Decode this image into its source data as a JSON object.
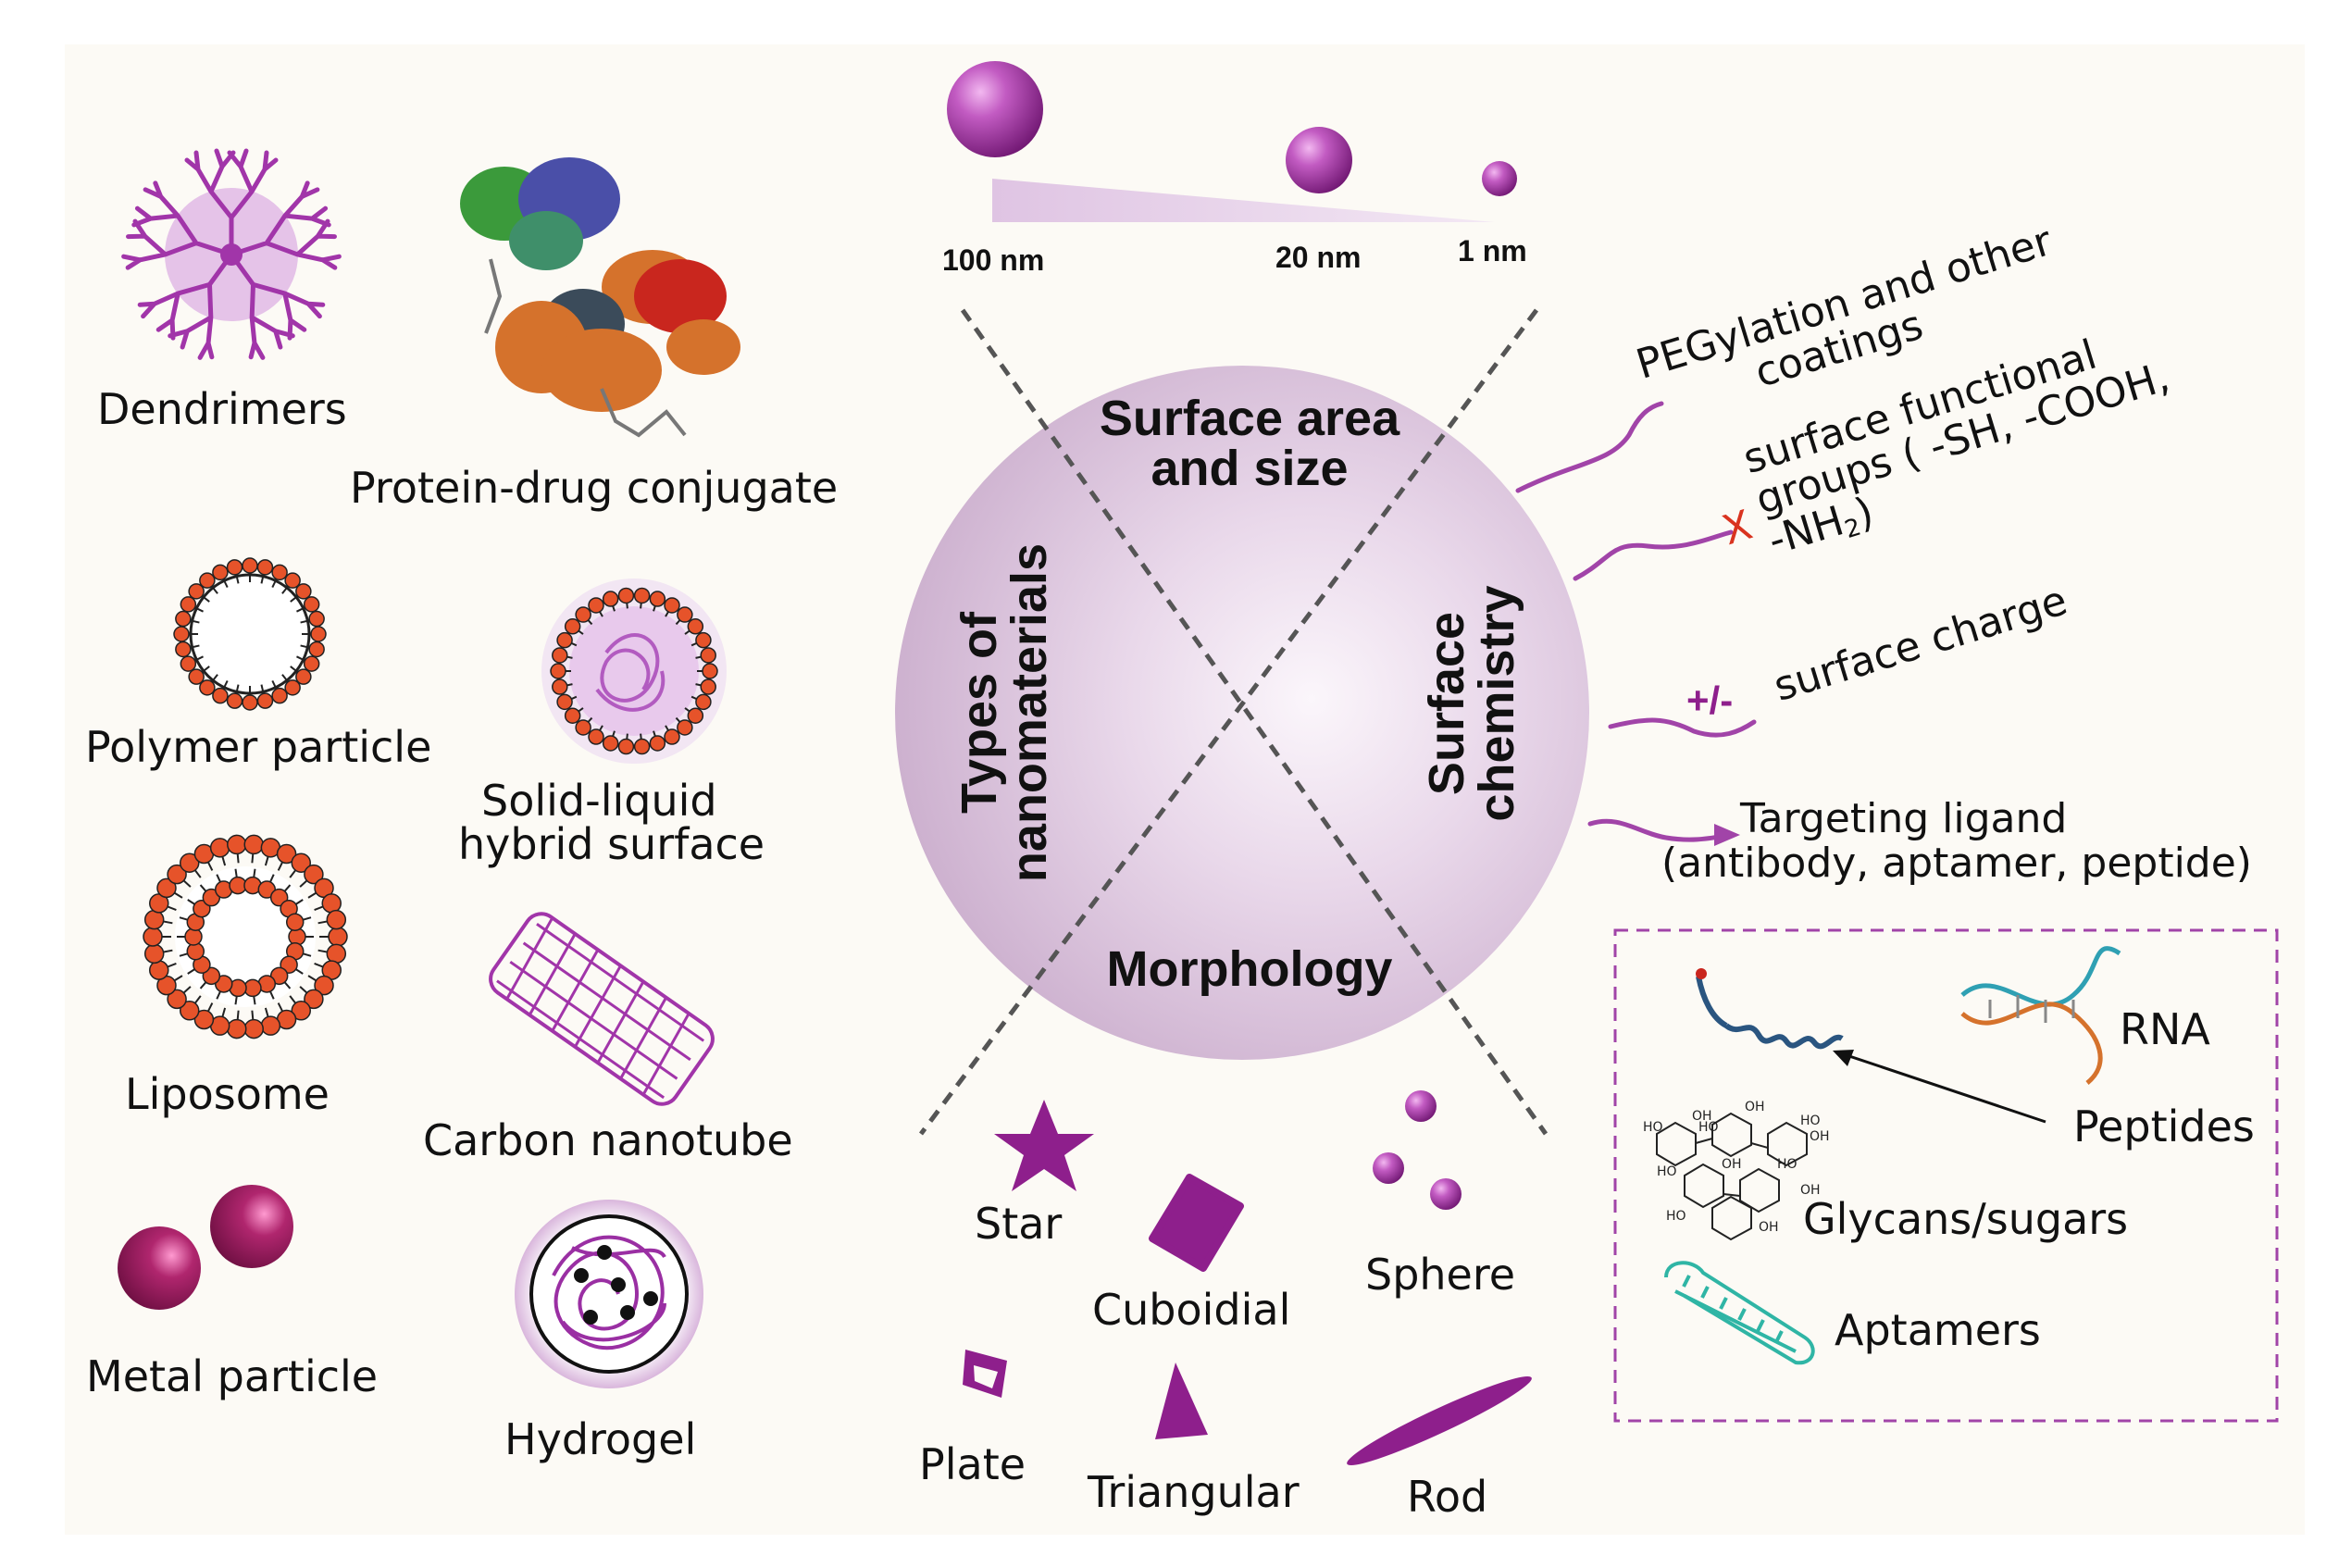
{
  "nanomaterials": {
    "dendrimers": "Dendrimers",
    "protein_drug_conjugate": "Protein-drug conjugate",
    "polymer_particle": "Polymer particle",
    "solid_liquid_hybrid_line1": "Solid-liquid",
    "solid_liquid_hybrid_line2": "hybrid surface",
    "liposome": "Liposome",
    "carbon_nanotube": "Carbon nanotube",
    "metal_particle": "Metal particle",
    "hydrogel": "Hydrogel"
  },
  "sizes": {
    "s100": "100 nm",
    "s20": "20 nm",
    "s1": "1 nm"
  },
  "quadrants": {
    "surface_area_line1": "Surface area",
    "surface_area_line2": "and size",
    "types_line1": "Types of",
    "types_line2": "nanomaterials",
    "surface_chem_line1": "Surface",
    "surface_chem_line2": "chemistry",
    "morphology": "Morphology"
  },
  "surface_chemistry": {
    "pegylation_line1": "PEGylation and other",
    "pegylation_line2": "coatings",
    "functional_marker": "X",
    "functional_line1": "surface functional",
    "functional_line2": "groups ( -SH, -COOH,",
    "functional_line3": "-NH",
    "functional_line3_sub": "2",
    "functional_line3_end": ")",
    "charge_marker": "+/-",
    "charge": "surface charge",
    "targeting_line1": "Targeting ligand",
    "targeting_line2": "(antibody, aptamer, peptide)"
  },
  "ligands": {
    "rna": "RNA",
    "peptides": "Peptides",
    "glycans": "Glycans/sugars",
    "aptamers": "Aptamers",
    "glycan_atoms": [
      "HO",
      "OH",
      "HO",
      "OH",
      "HO",
      "OH",
      "HO",
      "OH",
      "HO",
      "OH",
      "HO",
      "OH"
    ]
  },
  "morphology": {
    "star": "Star",
    "cuboidal": "Cuboidial",
    "sphere": "Sphere",
    "plate": "Plate",
    "triangular": "Triangular",
    "rod": "Rod"
  },
  "colors": {
    "purple": "#8E1F8C",
    "light_purple": "#C98ED2",
    "orange": "#E6532A",
    "sphere_light": "#E4CFE6",
    "teal": "#2FB5A5",
    "red_x": "#D9331F"
  }
}
